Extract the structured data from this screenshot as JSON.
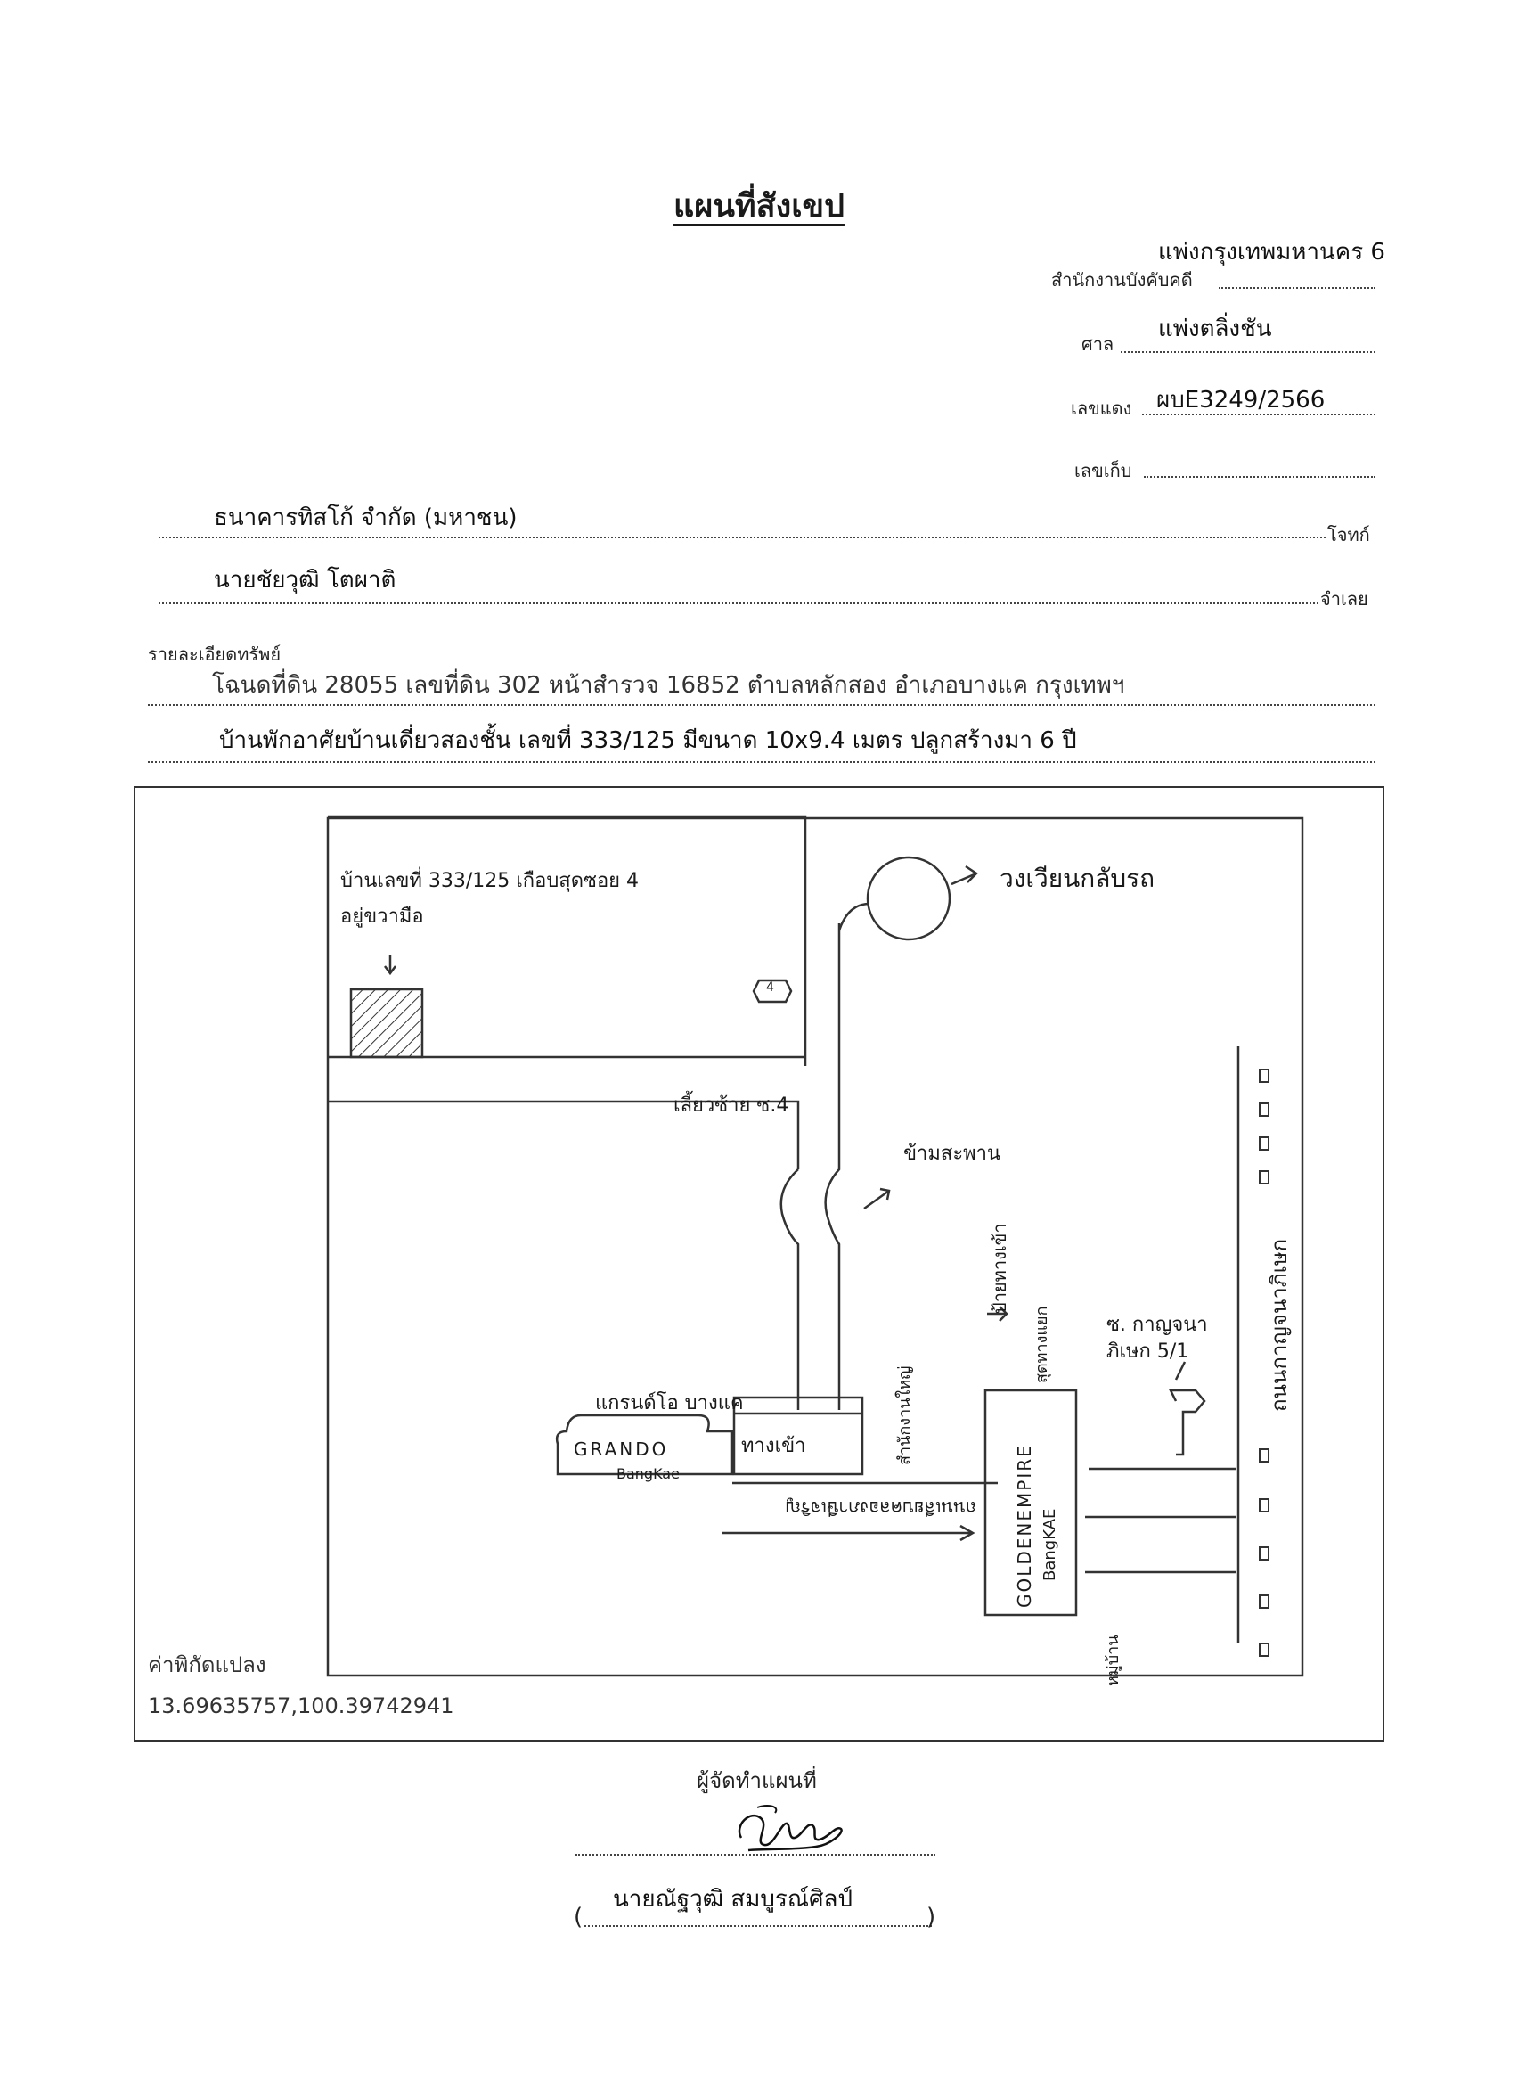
{
  "title": "แผนที่สังเขป",
  "header": {
    "office_label": "สำนักงานบังคับคดี",
    "office_value": "แพ่งกรุงเทพมหานคร 6",
    "court_label": "ศาล",
    "court_value": "แพ่งตลิ่งชัน",
    "red_no_label": "เลขแดง",
    "red_no_value": "ผบE3249/2566",
    "store_no_label": "เลขเก็บ"
  },
  "parties": {
    "plaintiff_name": "ธนาคารทิสโก้ จำกัด (มหาชน)",
    "plaintiff_role": "โจทก์",
    "defendant_name": "นายชัยวุฒิ โตผาติ",
    "defendant_role": "จำเลย"
  },
  "property": {
    "label": "รายละเอียดทรัพย์",
    "line1": "โฉนดที่ดิน 28055 เลขที่ดิน 302 หน้าสำรวจ 16852 ตำบลหลักสอง อำเภอบางแค  กรุงเทพฯ",
    "line2": "บ้านพักอาศัยบ้านเดี่ยวสองชั้น เลขที่ 333/125 มีขนาด 10x9.4 เมตร ปลูกสร้างมา 6 ปี"
  },
  "map": {
    "house_label": "บ้านเลขที่ 333/125 เกือบสุดซอย 4",
    "house_label2": "อยู่ขวามือ",
    "soi_number": "4",
    "roundabout": "วงเวียนกลับรถ",
    "turn_left": "เลี้ยวซ้าย ซ.4",
    "bridge": "ข้ามสะพาน",
    "grando_thai": "แกรนด์โอ บางแค",
    "grando_en1": "GRANDO",
    "grando_en2": "BangKae",
    "entrance": "ทางเข้า",
    "road_bottom": "ถนนเลียบคลองภาษีเจริญ",
    "arrow_note": "ป้ายทางเข้า",
    "hq_note": "สำนักงานใหญ่",
    "golden1": "GOLDENEMPIRE",
    "golden2": "BangKAE",
    "phet_road": "ถนนกาญจนาภิเษก",
    "soi_note1": "ซ. กาญจนา",
    "soi_note2": "ภิเษก 5/1",
    "village": "หมู่บ้าน",
    "gate_note": "สุดทางแยก"
  },
  "coordinates": {
    "label": "ค่าพิกัดแปลง",
    "value": "13.69635757,100.39742941"
  },
  "signature": {
    "label": "ผู้จัดทำแผนที่",
    "name": "นายณัฐวุฒิ  สมบูรณ์ศิลป์",
    "open": "(",
    "close": ")"
  }
}
